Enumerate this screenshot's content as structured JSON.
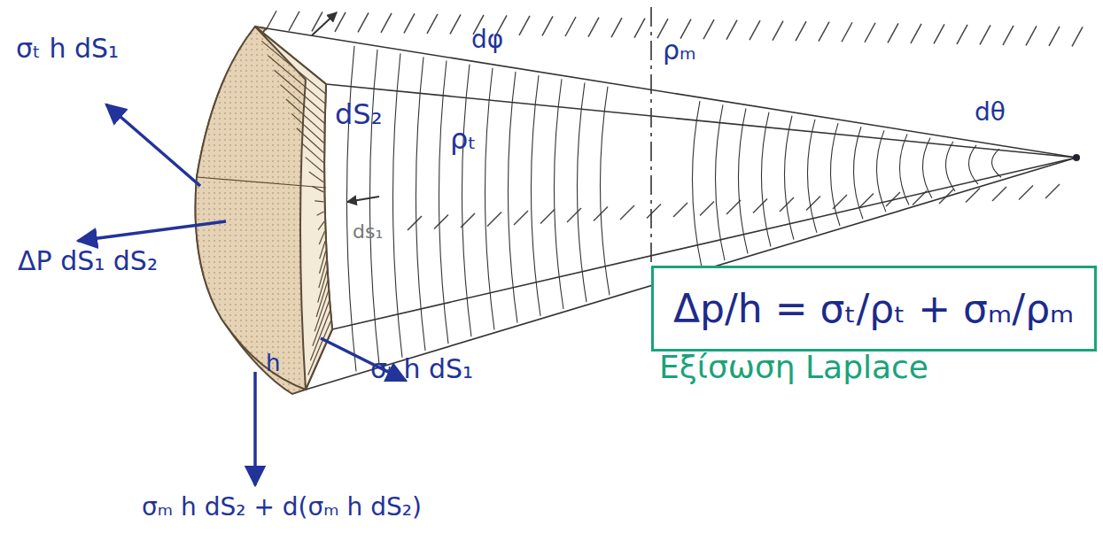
{
  "diagram": {
    "nodes": [
      {
        "text": [
          "Δp/h = σₜ/ρₜ + σₘ/ρₘ",
          "Εξίσωση Laplace"
        ]
      }
    ],
    "labels": [
      "σₜ h dS₁",
      "ΔP dS₁ dS₂",
      "σₜ h dS₁",
      "σₘ h dS₂ + d(σₘ h dS₂)",
      "dS₂",
      "dφ",
      "ρₘ",
      "dθ",
      "ρₜ",
      "ds₁",
      "h"
    ]
  }
}
